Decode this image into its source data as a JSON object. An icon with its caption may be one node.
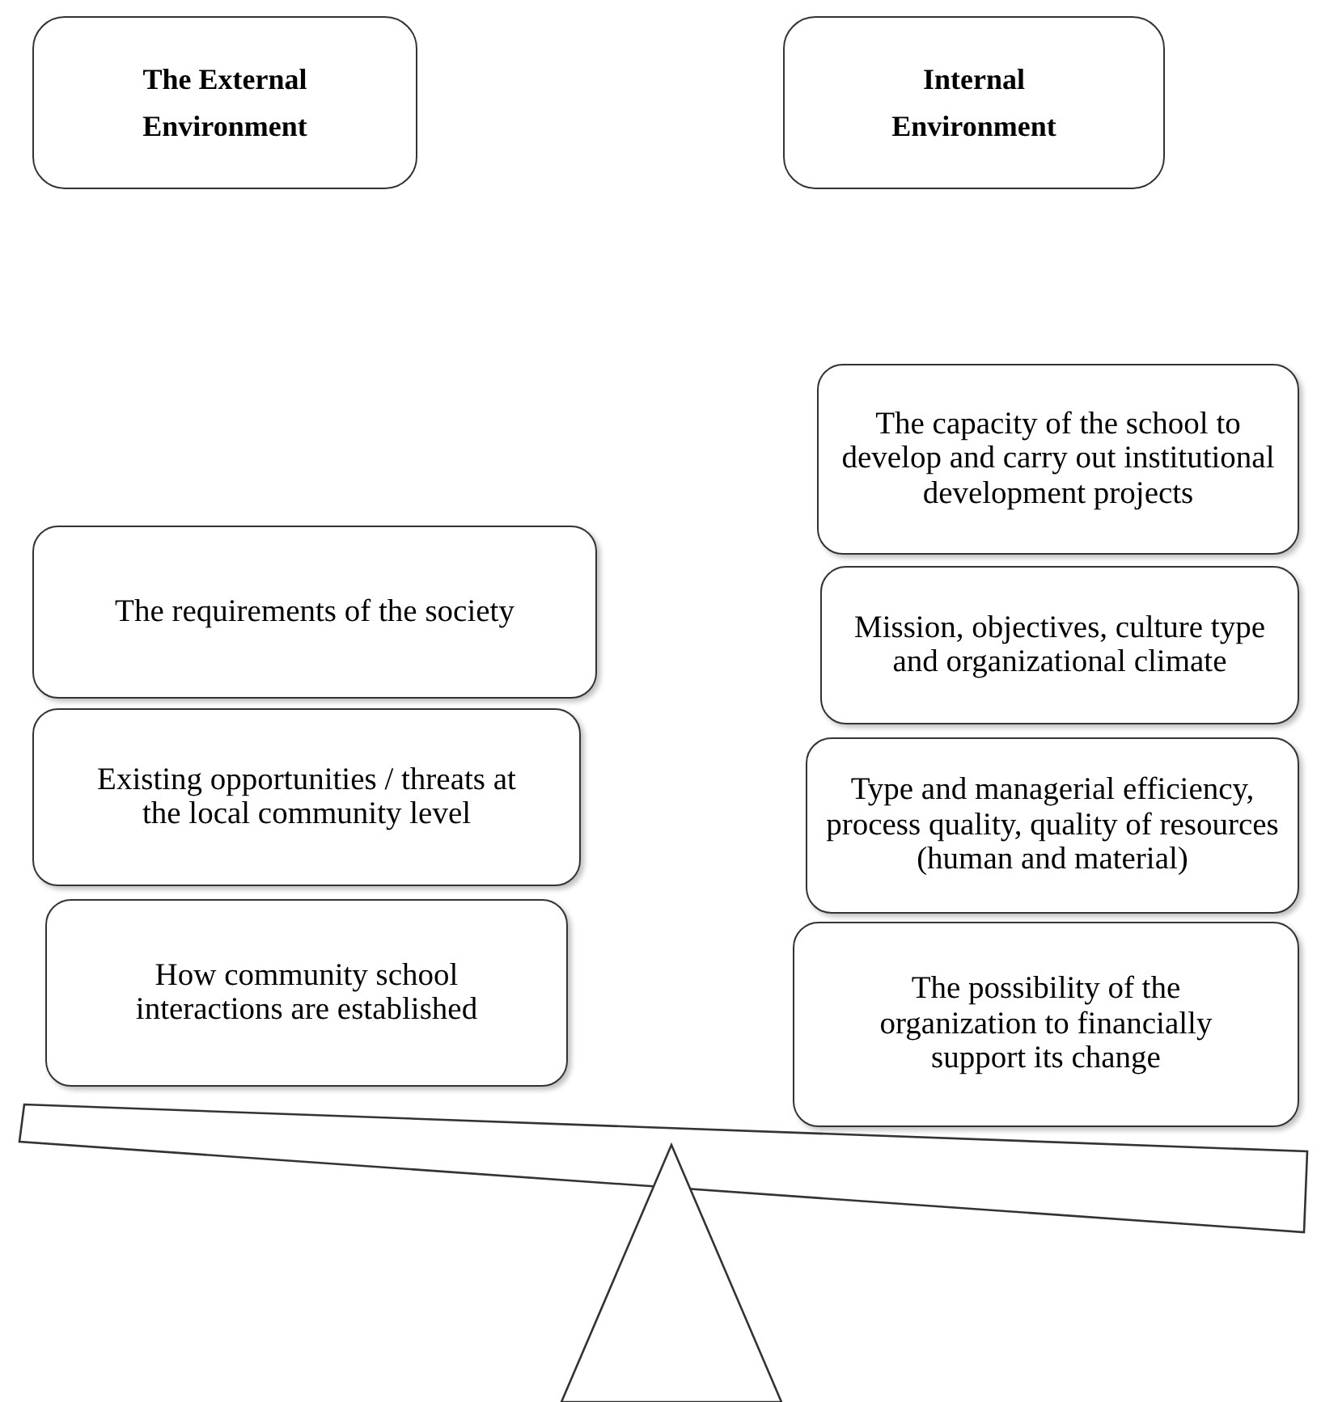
{
  "diagram": {
    "nodes": [
      {
        "text": [
          "The External Environment"
        ]
      },
      {
        "text": [
          "Internal Environment"
        ]
      },
      {
        "text": [
          "The requirements of the society"
        ]
      },
      {
        "text": [
          "Existing opportunities / threats at the local community level"
        ]
      },
      {
        "text": [
          "How community school interactions are established"
        ]
      },
      {
        "text": [
          "The capacity of the school to develop and carry out institutional development projects"
        ]
      },
      {
        "text": [
          "Mission, objectives, culture type and organizational climate"
        ]
      },
      {
        "text": [
          "Type and managerial efficiency, process quality, quality of resources (human and material)"
        ]
      },
      {
        "text": [
          "The possibility of the organization to financially support its change"
        ]
      }
    ],
    "edges": []
  }
}
